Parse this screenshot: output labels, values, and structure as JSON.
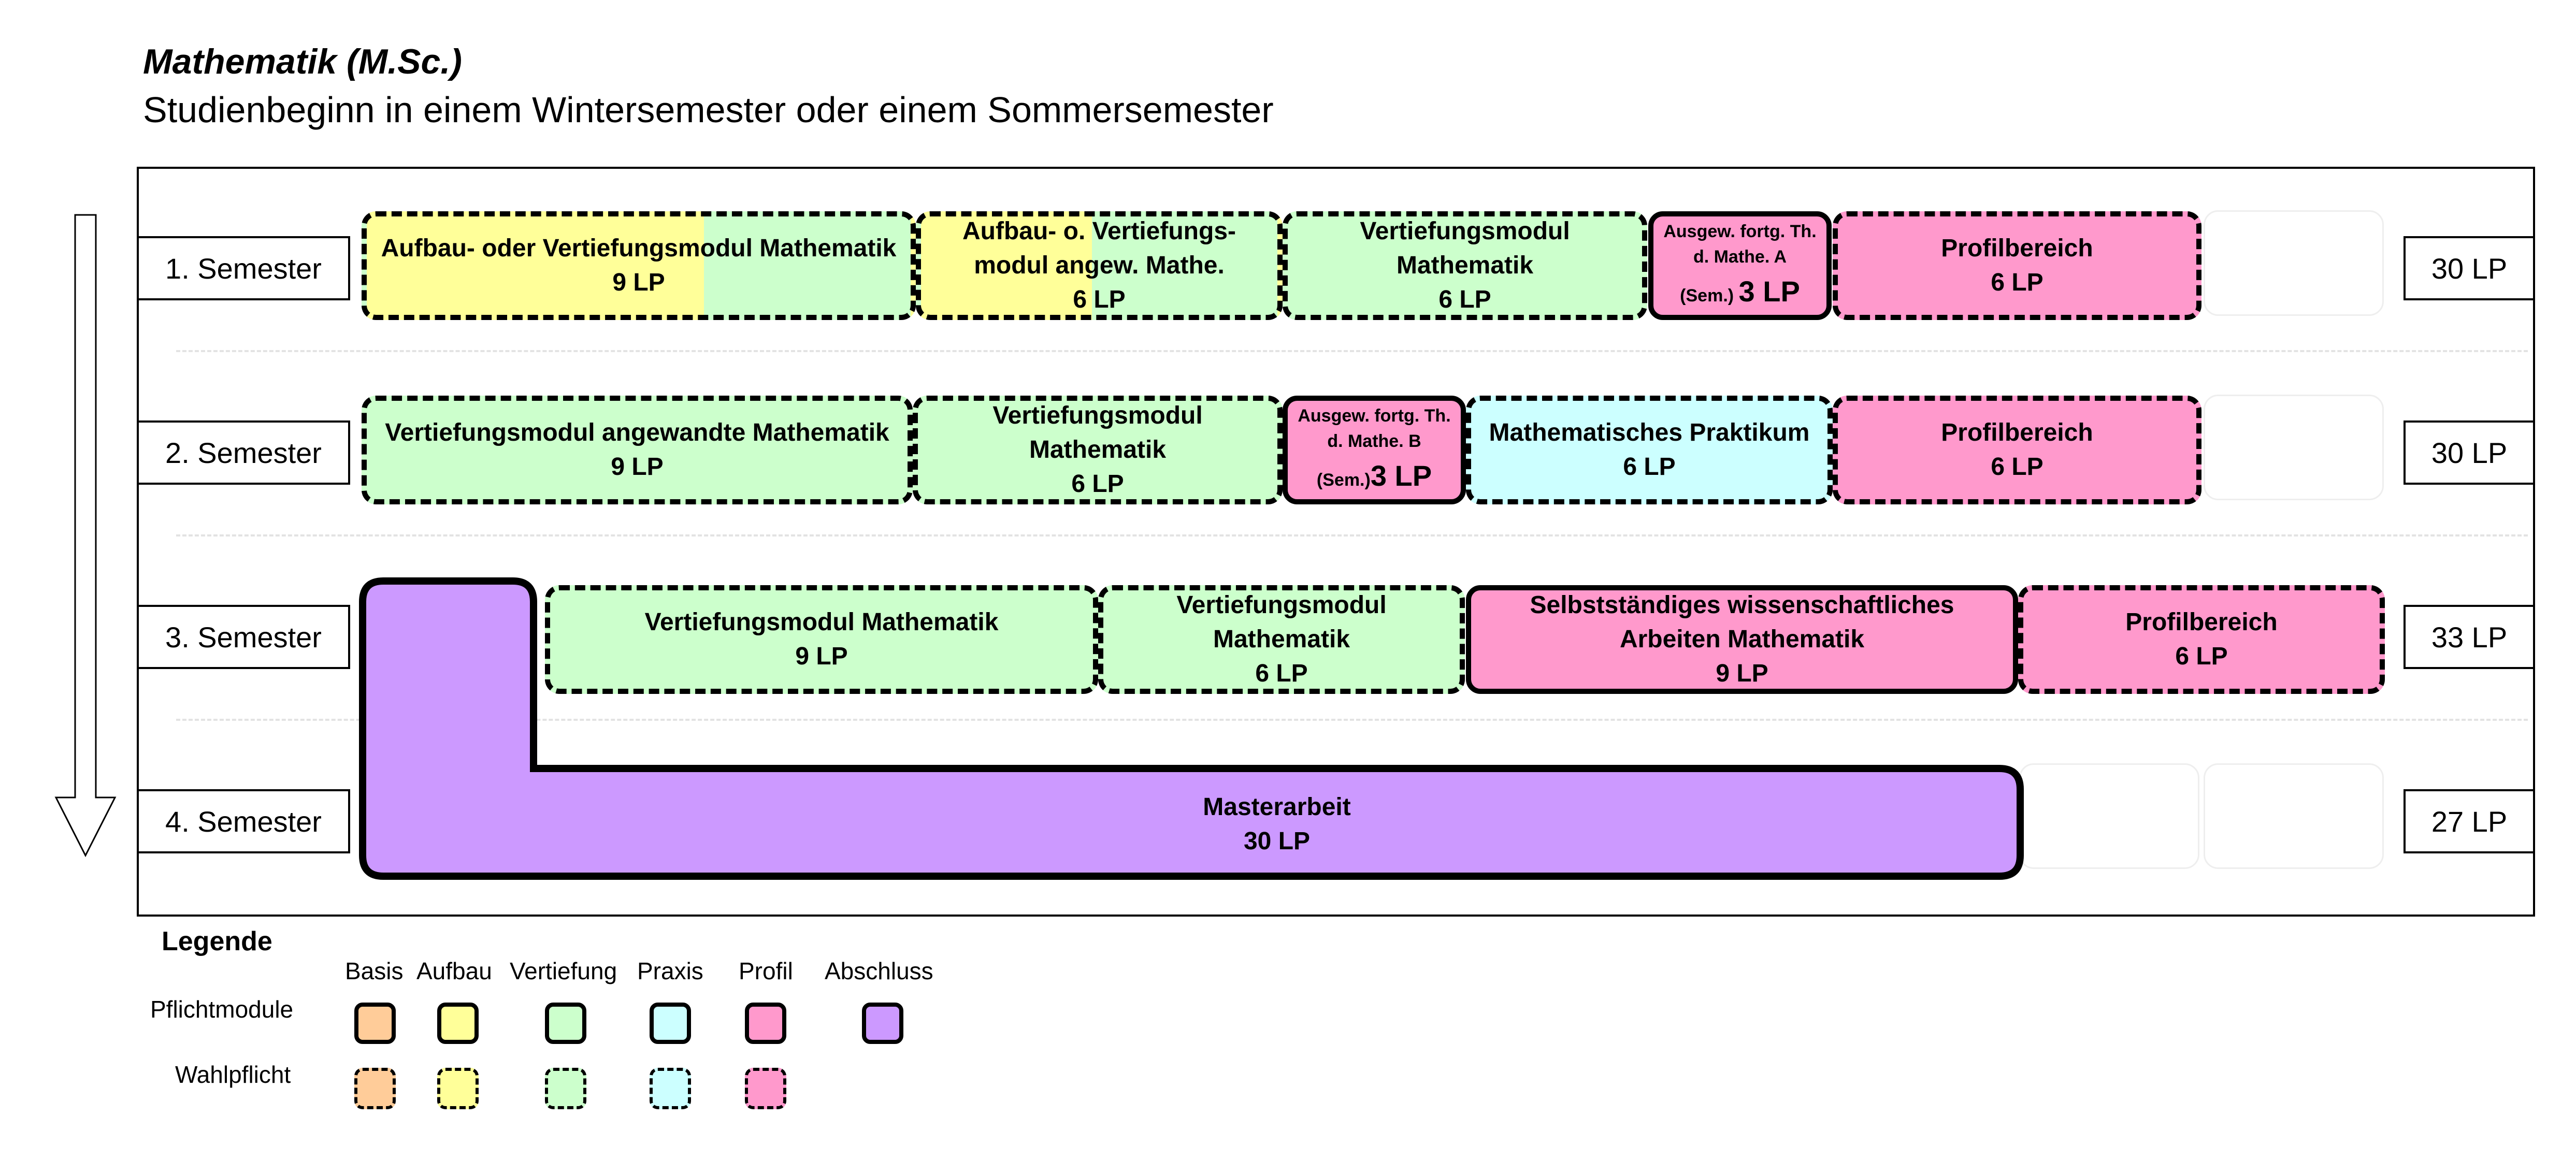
{
  "header": {
    "title": "Mathematik (M.Sc.)",
    "subtitle": "Studienbeginn in einem Wintersemester oder einem Sommersemester"
  },
  "semesters": [
    {
      "label": "1. Semester",
      "lp": "30 LP"
    },
    {
      "label": "2. Semester",
      "lp": "30 LP"
    },
    {
      "label": "3. Semester",
      "lp": "33 LP"
    },
    {
      "label": "4. Semester",
      "lp": "27 LP"
    }
  ],
  "modules": {
    "s1": [
      {
        "name": "Aufbau- oder Vertiefungsmodul Mathematik",
        "lp": "9 LP",
        "type": "Wahlpflicht",
        "category": "Aufbau/Vertiefung"
      },
      {
        "name": "Aufbau- o. Vertiefungs-modul angew. Mathe.",
        "lp": "6 LP",
        "type": "Wahlpflicht",
        "category": "Aufbau/Vertiefung"
      },
      {
        "name": "Vertiefungsmodul Mathematik",
        "lp": "6 LP",
        "type": "Wahlpflicht",
        "category": "Vertiefung"
      },
      {
        "name_line1": "Ausgew. fortg. Th.",
        "name_line2": "d. Mathe. A",
        "sem": "(Sem.)",
        "lp": "3 LP",
        "type": "Pflicht",
        "category": "Profil"
      },
      {
        "name": "Profilbereich",
        "lp": "6 LP",
        "type": "Wahlpflicht",
        "category": "Profil"
      }
    ],
    "s2": [
      {
        "name": "Vertiefungsmodul angewandte Mathematik",
        "lp": "9 LP",
        "type": "Wahlpflicht",
        "category": "Vertiefung"
      },
      {
        "name": "Vertiefungsmodul Mathematik",
        "lp": "6 LP",
        "type": "Wahlpflicht",
        "category": "Vertiefung"
      },
      {
        "name_line1": "Ausgew. fortg. Th.",
        "name_line2": "d. Mathe. B",
        "sem": "(Sem.)",
        "lp": "3 LP",
        "type": "Pflicht",
        "category": "Profil"
      },
      {
        "name": "Mathematisches Praktikum",
        "lp": "6 LP",
        "type": "Wahlpflicht",
        "category": "Praxis"
      },
      {
        "name": "Profilbereich",
        "lp": "6 LP",
        "type": "Wahlpflicht",
        "category": "Profil"
      }
    ],
    "s3": [
      {
        "name": "Vertiefungsmodul Mathematik",
        "lp": "9 LP",
        "type": "Wahlpflicht",
        "category": "Vertiefung"
      },
      {
        "name": "Vertiefungsmodul Mathematik",
        "lp": "6 LP",
        "type": "Wahlpflicht",
        "category": "Vertiefung"
      },
      {
        "name": "Selbstständiges wissenschaftliches Arbeiten Mathematik",
        "lp": "9 LP",
        "type": "Pflicht",
        "category": "Profil"
      },
      {
        "name": "Profilbereich",
        "lp": "6 LP",
        "type": "Wahlpflicht",
        "category": "Profil"
      }
    ],
    "s4": [
      {
        "name": "Masterarbeit",
        "lp": "30 LP",
        "type": "Pflicht",
        "category": "Abschluss"
      }
    ]
  },
  "legend": {
    "title": "Legende",
    "columns": [
      "Basis",
      "Aufbau",
      "Vertiefung",
      "Praxis",
      "Profil",
      "Abschluss"
    ],
    "rows": [
      "Pflichtmodule",
      "Wahlpflicht"
    ],
    "colors": {
      "Basis": "#ffcc99",
      "Aufbau": "#ffff99",
      "Vertiefung": "#ccffcc",
      "Praxis": "#ccffff",
      "Profil": "#ff99cc",
      "Abschluss": "#cc99ff"
    }
  }
}
